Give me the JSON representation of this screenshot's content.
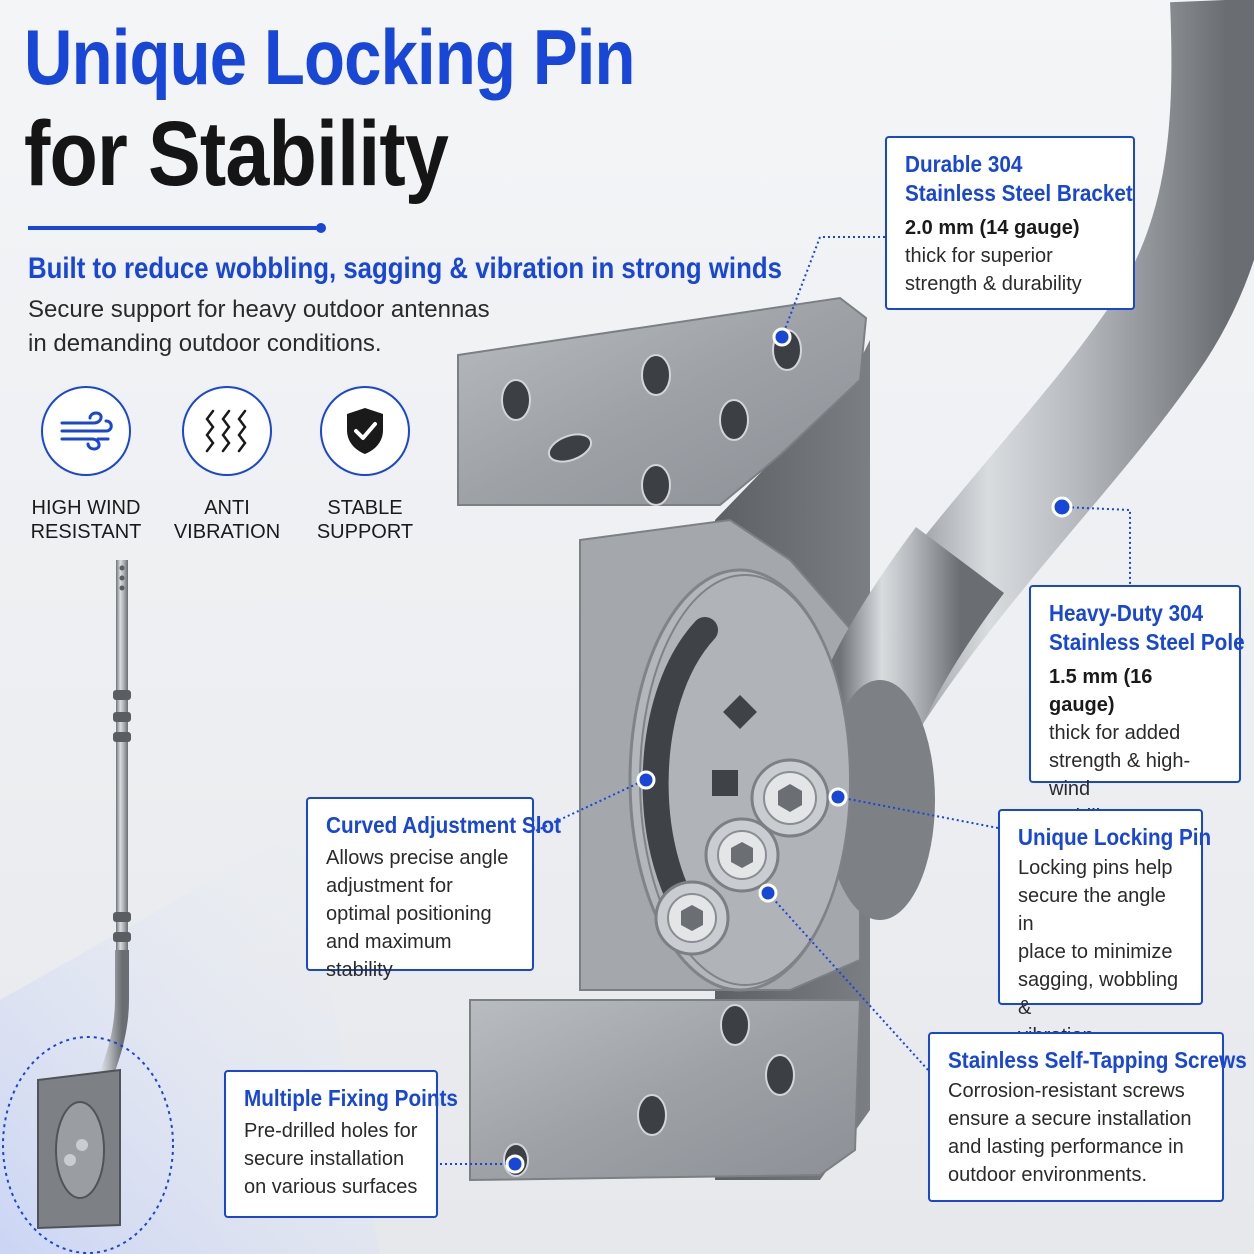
{
  "header": {
    "title_line1": "Unique Locking Pin",
    "title_line2": "for Stability",
    "subtitle": "Built to reduce wobbling, sagging & vibration in strong winds",
    "lead_line1": "Secure support for heavy outdoor antennas",
    "lead_line2": "in demanding outdoor conditions."
  },
  "features": [
    {
      "icon": "wind-icon",
      "line1": "HIGH WIND",
      "line2": "RESISTANT"
    },
    {
      "icon": "vibration-icon",
      "line1": "ANTI",
      "line2": "VIBRATION"
    },
    {
      "icon": "shield-check-icon",
      "line1": "STABLE",
      "line2": "SUPPORT"
    }
  ],
  "callouts": {
    "bracket": {
      "title1": "Durable 304",
      "title2": "Stainless Steel Bracket",
      "spec": "2.0 mm (14 gauge)",
      "body1": "thick for superior",
      "body2": "strength & durability"
    },
    "pole": {
      "title1": "Heavy-Duty 304",
      "title2": "Stainless Steel Pole",
      "spec": "1.5 mm (16 gauge)",
      "body1": "thick for added",
      "body2": "strength & high-wind",
      "body3": "stability"
    },
    "slot": {
      "title": "Curved Adjustment Slot",
      "body1": "Allows precise angle",
      "body2": "adjustment for",
      "body3": "optimal positioning",
      "body4": "and maximum stability"
    },
    "pin": {
      "title": "Unique Locking Pin",
      "body1": "Locking pins help",
      "body2": "secure the angle in",
      "body3": "place to minimize",
      "body4": "sagging, wobbling &",
      "body5": "vibration."
    },
    "fixing": {
      "title": "Multiple Fixing Points",
      "body1": "Pre-drilled holes for",
      "body2": "secure installation",
      "body3": "on various surfaces"
    },
    "screws": {
      "title": "Stainless Self-Tapping Screws",
      "body1": "Corrosion-resistant screws",
      "body2": "ensure a secure installation",
      "body3": "and lasting performance in",
      "body4": "outdoor environments."
    }
  },
  "colors": {
    "accent": "#1846d6",
    "steel": "#9a9ea3",
    "text": "#1a1a1a"
  }
}
